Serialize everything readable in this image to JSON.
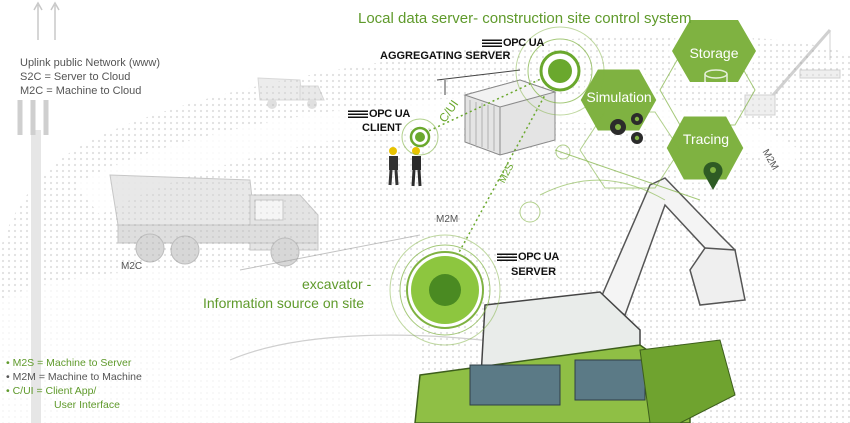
{
  "title": "Local data server-  construction site control system",
  "network_info": {
    "line1": "Uplink public Network (www)",
    "line2": "S2C = Server to Cloud",
    "line3": "M2C = Machine to Cloud"
  },
  "aggregating_server": {
    "logo": "OPC UA",
    "label": "AGGREGATING SERVER"
  },
  "client": {
    "logo": "OPC UA",
    "label": "CLIENT"
  },
  "excavator_server": {
    "logo": "OPC UA",
    "label": "SERVER"
  },
  "connections": {
    "c_ui": "C/UI",
    "m2s": "M2S",
    "m2m_center": "M2M",
    "m2m_right": "M2M",
    "m2c": "M2C"
  },
  "services": {
    "storage": "Storage",
    "simulation": "Simulation",
    "tracing": "Tracing"
  },
  "excavator_caption": {
    "line1": "excavator -",
    "line2": "Information source on site"
  },
  "legend": {
    "m2s": "• M2S = Machine to Server",
    "m2m": "• M2M = Machine to Machine",
    "cui1": "• C/UI = Client App/",
    "cui2": "User Interface"
  },
  "colors": {
    "accent": "#5f9a2b",
    "hex_fill": "#7fb241",
    "accent_dark": "#4a8a22",
    "light_green": "#8dc63f"
  }
}
